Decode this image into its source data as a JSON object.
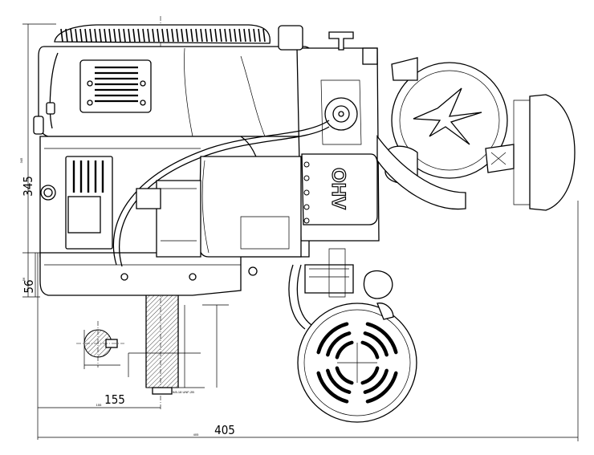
{
  "dimensions": {
    "overall_height": "345",
    "overall_height_small": "345",
    "base_height": "56",
    "base_height_small": "56",
    "shaft_offset": "155",
    "shaft_offset_small": "155",
    "overall_width": "405",
    "overall_width_small": "405"
  },
  "labels": {
    "ohv": "OHV",
    "thread_spec": "5/8-18 UNF-2B"
  }
}
